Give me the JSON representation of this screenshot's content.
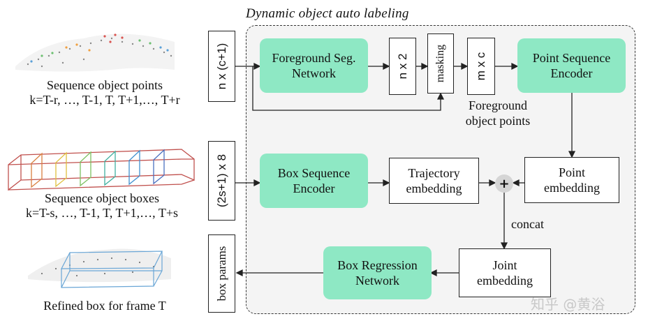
{
  "title": "Dynamic object auto labeling",
  "inputs": {
    "points_caption_line1": "Sequence object points",
    "points_caption_line2": "k=T-r, …, T-1, T, T+1,…, T+r",
    "boxes_caption_line1": "Sequence object boxes",
    "boxes_caption_line2": "k=T-s, …, T-1, T, T+1,…, T+s",
    "refined_caption": "Refined box for frame T"
  },
  "tensors": {
    "points_shape": "n x (c+1)",
    "boxes_shape": "(2s+1) x 8",
    "output": "box params",
    "fg_shape": "n x 2",
    "masking": "masking",
    "masked_shape": "m x c"
  },
  "modules": {
    "fg_seg_line1": "Foreground Seg.",
    "fg_seg_line2": "Network",
    "pt_seq_line1": "Point Sequence",
    "pt_seq_line2": "Encoder",
    "box_seq_line1": "Box Sequence",
    "box_seq_line2": "Encoder",
    "box_reg_line1": "Box Regression",
    "box_reg_line2": "Network"
  },
  "embeddings": {
    "traj_line1": "Trajectory",
    "traj_line2": "embedding",
    "point_line1": "Point",
    "point_line2": "embedding",
    "joint_line1": "Joint",
    "joint_line2": "embedding"
  },
  "annotations": {
    "fg_points_line1": "Foreground",
    "fg_points_line2": "object points",
    "concat": "concat",
    "plus": "+"
  },
  "watermark": "知乎 @黄浴",
  "colors": {
    "module_fill": "#8ee8c4",
    "panel_fill": "#f4f4f4"
  }
}
